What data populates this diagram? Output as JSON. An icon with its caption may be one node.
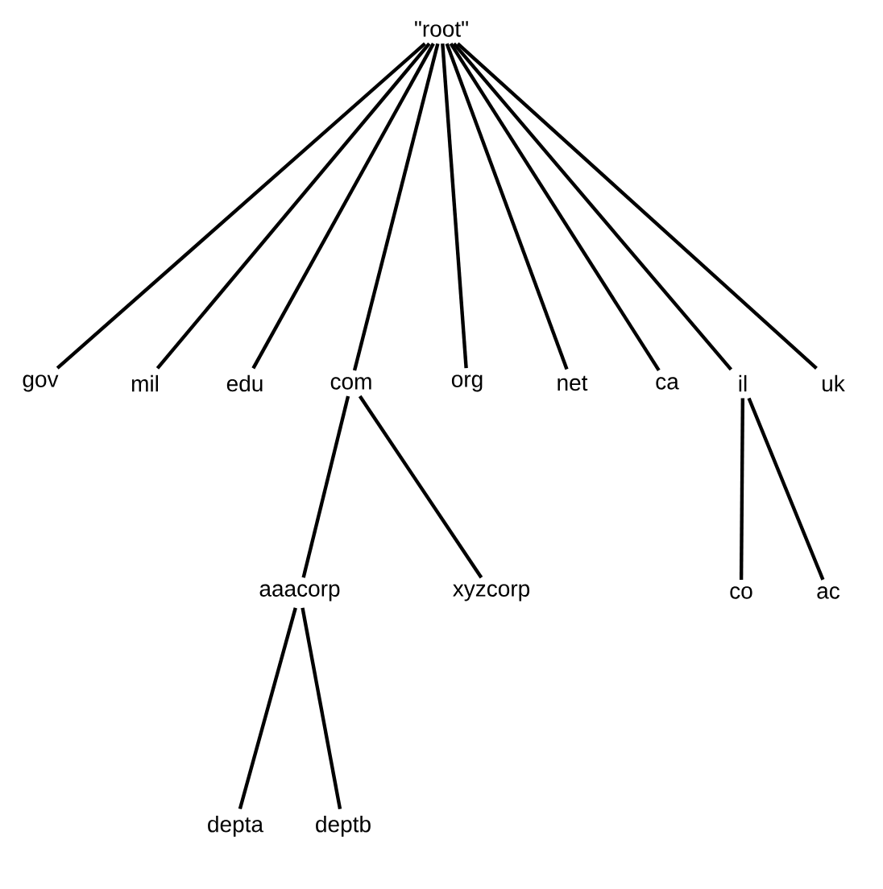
{
  "diagram": {
    "nodes": [
      {
        "text": [
          "\"root\""
        ]
      },
      {
        "text": [
          "gov"
        ]
      },
      {
        "text": [
          "mil"
        ]
      },
      {
        "text": [
          "edu"
        ]
      },
      {
        "text": [
          "com"
        ]
      },
      {
        "text": [
          "org"
        ]
      },
      {
        "text": [
          "net"
        ]
      },
      {
        "text": [
          "ca"
        ]
      },
      {
        "text": [
          "il"
        ]
      },
      {
        "text": [
          "uk"
        ]
      },
      {
        "text": [
          "aaacorp"
        ]
      },
      {
        "text": [
          "xyzcorp"
        ]
      },
      {
        "text": [
          "co"
        ]
      },
      {
        "text": [
          "ac"
        ]
      },
      {
        "text": [
          "depta"
        ]
      },
      {
        "text": [
          "deptb"
        ]
      }
    ],
    "edges": [
      {
        "from": 0,
        "to": 1,
        "arrow": "none"
      },
      {
        "from": 0,
        "to": 2,
        "arrow": "none"
      },
      {
        "from": 0,
        "to": 3,
        "arrow": "none"
      },
      {
        "from": 0,
        "to": 4,
        "arrow": "none"
      },
      {
        "from": 0,
        "to": 5,
        "arrow": "none"
      },
      {
        "from": 0,
        "to": 6,
        "arrow": "none"
      },
      {
        "from": 0,
        "to": 7,
        "arrow": "none"
      },
      {
        "from": 0,
        "to": 8,
        "arrow": "none"
      },
      {
        "from": 0,
        "to": 9,
        "arrow": "none"
      },
      {
        "from": 4,
        "to": 10,
        "arrow": "none"
      },
      {
        "from": 4,
        "to": 11,
        "arrow": "none"
      },
      {
        "from": 8,
        "to": 12,
        "arrow": "none"
      },
      {
        "from": 8,
        "to": 13,
        "arrow": "none"
      },
      {
        "from": 10,
        "to": 14,
        "arrow": "none"
      },
      {
        "from": 10,
        "to": 15,
        "arrow": "none"
      }
    ]
  }
}
